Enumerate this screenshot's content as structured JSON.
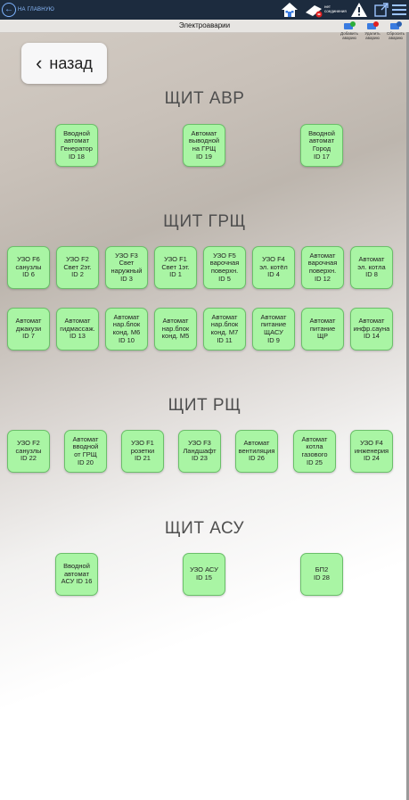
{
  "topbar": {
    "home_label": "НА ГЛАВНУЮ",
    "status_text": "нет соединения"
  },
  "subbar": {
    "title": "Электроаварии",
    "actions": [
      {
        "label": "Добавить аварию"
      },
      {
        "label": "Удалить аварию"
      },
      {
        "label": "Сбросить аварию"
      }
    ]
  },
  "back_label": "назад",
  "sections": [
    {
      "title": "ЩИТ АВР",
      "tiles": [
        "Вводной\nавтомат\nГенератор\nID 18",
        "Автомат\nвыводной\nна ГРЩ\nID 19",
        "Вводной\nавтомат\nГород\nID 17"
      ]
    },
    {
      "title": "ЩИТ ГРЩ",
      "tiles": [
        "УЗО F6\nсанузлы\nID 6",
        "УЗО F2\nСвет 2эт.\nID 2",
        "УЗО F3\nСвет\nнаружный\nID 3",
        "УЗО F1\nСвет 1эт.\nID 1",
        "УЗО F5\nварочная\nповерхн.\nID 5",
        "УЗО F4\nэл. котёл\nID 4",
        "Автомат\nварочная\nповерхн.\nID 12",
        "Автомат\nэл. котла\nID 8",
        "Автомат\nджакузи\nID 7",
        "Автомат\nгидмассаж.\nID 13",
        "Автомат\nнар.блок\nконд. М6\nID 10",
        "Автомат\nнар.блок\nконд. М5",
        "Автомат\nнар.блок\nконд. М7\nID 11",
        "Автомат\nпитание\nЩАСУ\nID 9",
        "Автомат\nпитание\nЩР",
        "Автомат\nинфр.сауна\nID 14"
      ]
    },
    {
      "title": "ЩИТ РЩ",
      "tiles": [
        "УЗО F2\nсанузлы\nID 22",
        "Автомат\nвводной\nот ГРЩ\nID 20",
        "УЗО F1\nрозетки\nID 21",
        "УЗО F3\nЛандшафт\nID 23",
        "Автомат\nвентиляция\nID 26",
        "Автомат\nкотла\nгазового\nID 25",
        "УЗО F4\nинженерия\nID 24"
      ]
    },
    {
      "title": "ЩИТ АСУ",
      "tiles": [
        "Вводной\nавтомат\nАСУ ID 16",
        "УЗО АСУ\nID 15",
        "БП2\nID 28"
      ]
    }
  ]
}
